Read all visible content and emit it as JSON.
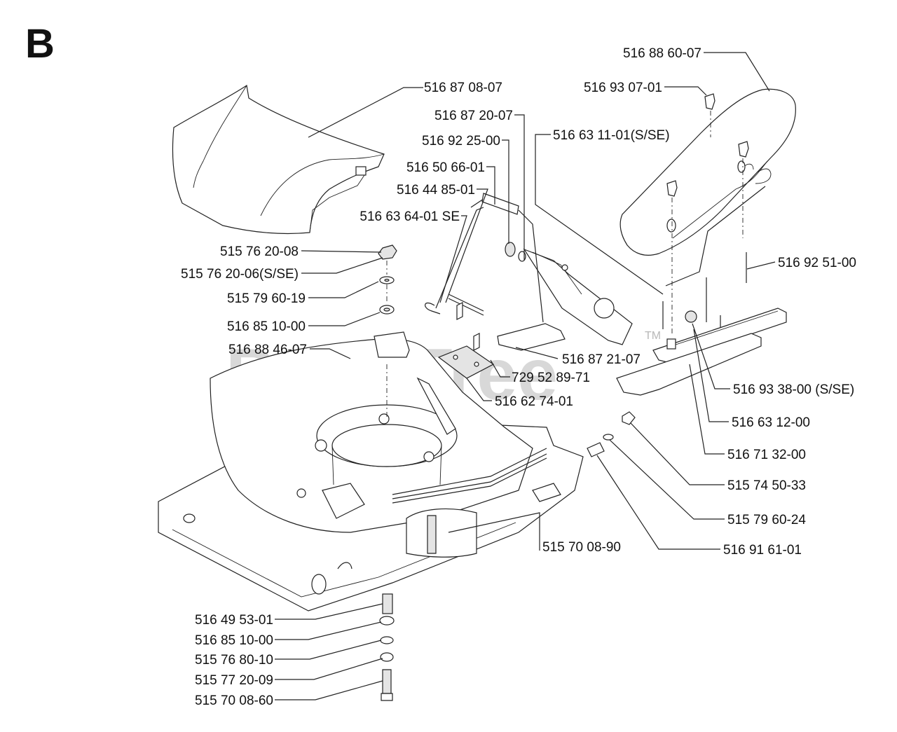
{
  "section_letter": "B",
  "watermark": "PartsTree",
  "watermark_tm": "TM",
  "parts": [
    "516 88 60-07",
    "516 93 07-01",
    "516 87 08-07",
    "516 87 20-07",
    "516 63 11-01(S/SE)",
    "516 92 25-00",
    "516 50 66-01",
    "516 44 85-01",
    "516 63 64-01 SE",
    "515 76 20-08",
    "515 76 20-06(S/SE)",
    "516 92 51-00",
    "515 79 60-19",
    "516 85 10-00",
    "516 88 46-07",
    "516 87 21-07",
    "729 52 89-71",
    "516 93 38-00 (S/SE)",
    "516 62 74-01",
    "516 63 12-00",
    "516 71 32-00",
    "515 74 50-33",
    "515 79 60-24",
    "515 70 08-90",
    "516 91 61-01",
    "516 49 53-01",
    "516 85 10-00",
    "515 76 80-10",
    "515 77 20-09",
    "515 70 08-60"
  ]
}
